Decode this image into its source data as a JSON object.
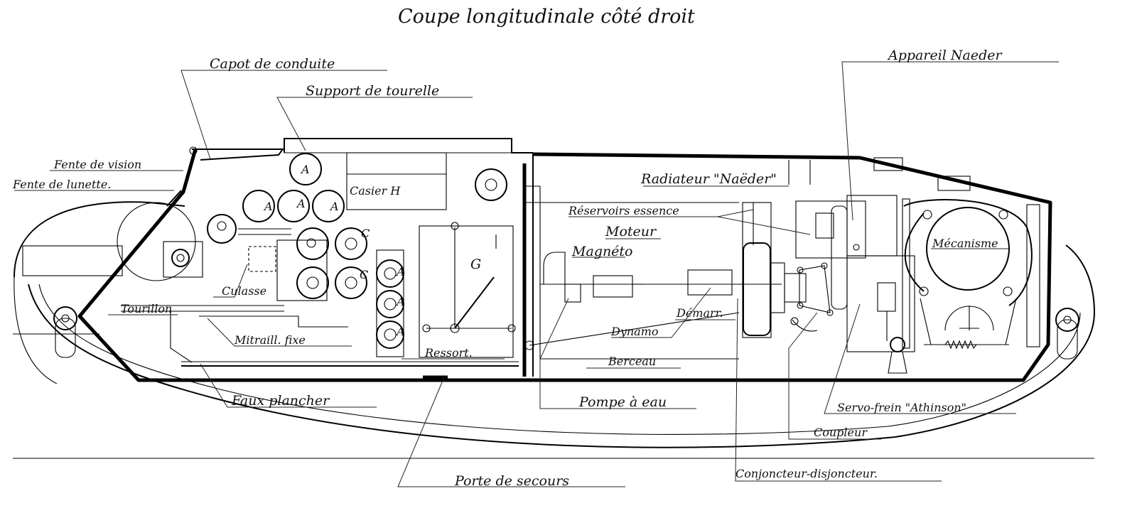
{
  "title": "Coupe longitudinale côté droit",
  "labels": {
    "capot": "Capot de conduite",
    "support": "Support de tourelle",
    "fente_vision": "Fente de vision",
    "fente_lunette": "Fente de lunette.",
    "tourillon": "Tourillon",
    "culasse": "Culasse",
    "mitraill": "Mitraill. fixe",
    "casier": "Casier H",
    "g": "G",
    "ressort": "Ressort.",
    "faux_plancher": "Faux plancher",
    "radiateur": "Radiateur \"Naëder\"",
    "reservoirs": "Réservoirs essence",
    "moteur": "Moteur",
    "magneto": "Magnéto",
    "dynamo": "Dynamo",
    "demarr": "Démarr.",
    "berceau": "Berceau",
    "pompe": "Pompe à eau",
    "porte": "Porte de secours",
    "appareil": "Appareil Naeder",
    "mecanisme": "Mécanisme",
    "servo": "Servo-frein \"Athinson\"",
    "coupleur": "Coupleur",
    "conjoncteur": "Conjoncteur-disjoncteur.",
    "a": "A",
    "c": "C"
  }
}
